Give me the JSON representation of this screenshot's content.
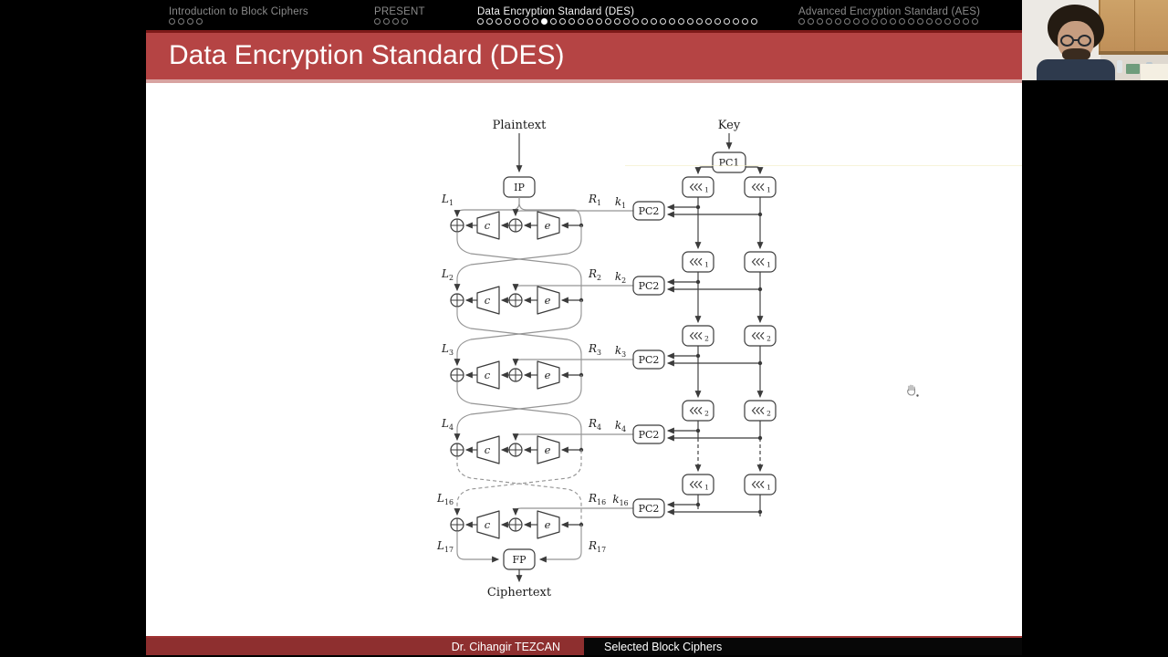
{
  "nav": {
    "sections": [
      {
        "id": "intro",
        "label": "Introduction to Block Ciphers",
        "dot_count": 4,
        "current_dot": 0,
        "active": false
      },
      {
        "id": "present",
        "label": "PRESENT",
        "dot_count": 4,
        "current_dot": 0,
        "active": false
      },
      {
        "id": "des",
        "label": "Data Encryption Standard (DES)",
        "dot_count": 31,
        "current_dot": 8,
        "active": true
      },
      {
        "id": "aes",
        "label": "Advanced Encryption Standard (AES)",
        "dot_count": 20,
        "current_dot": 0,
        "active": false
      }
    ]
  },
  "title_bar": {
    "title": "Data Encryption Standard (DES)"
  },
  "footer": {
    "author": "Dr. Cihangir TEZCAN",
    "course": "Selected Block Ciphers"
  },
  "diagram": {
    "top_labels": {
      "plaintext": "Plaintext",
      "key": "Key"
    },
    "bottom_labels": {
      "ciphertext": "Ciphertext"
    },
    "boxes": {
      "ip": "IP",
      "fp": "FP",
      "pc1": "PC1",
      "pc2": "PC2"
    },
    "trapezoid_labels": {
      "sbox": "c",
      "expansion": "e"
    },
    "shift_symbol": "⋘",
    "rounds": [
      {
        "index": 1,
        "l": {
          "base": "L",
          "sub": "1"
        },
        "r": {
          "base": "R",
          "sub": "1"
        },
        "k": {
          "base": "k",
          "sub": "1"
        },
        "shift_sub": "1",
        "dashed_after": false
      },
      {
        "index": 2,
        "l": {
          "base": "L",
          "sub": "2"
        },
        "r": {
          "base": "R",
          "sub": "2"
        },
        "k": {
          "base": "k",
          "sub": "2"
        },
        "shift_sub": "1",
        "dashed_after": false
      },
      {
        "index": 3,
        "l": {
          "base": "L",
          "sub": "3"
        },
        "r": {
          "base": "R",
          "sub": "3"
        },
        "k": {
          "base": "k",
          "sub": "3"
        },
        "shift_sub": "2",
        "dashed_after": false
      },
      {
        "index": 4,
        "l": {
          "base": "L",
          "sub": "4"
        },
        "r": {
          "base": "R",
          "sub": "4"
        },
        "k": {
          "base": "k",
          "sub": "4"
        },
        "shift_sub": "2",
        "dashed_after": true
      },
      {
        "index": 16,
        "l": {
          "base": "L",
          "sub": "16"
        },
        "r": {
          "base": "R",
          "sub": "16"
        },
        "k": {
          "base": "k",
          "sub": "16"
        },
        "shift_sub": "1",
        "dashed_after": false
      }
    ],
    "output_labels": {
      "l": {
        "base": "L",
        "sub": "17"
      },
      "r": {
        "base": "R",
        "sub": "17"
      }
    }
  },
  "cursor": {
    "type": "open-hand"
  },
  "colors": {
    "title_bar": "#b54444",
    "title_bar_top_edge": "#7e1a19",
    "title_bar_bottom_edge": "#d8a3a1",
    "footer_author_bg": "#8e2f2f",
    "footer_rule": "#9e3232",
    "active_nav_text": "#f5f5f5",
    "inactive_nav_text": "#8a8a8a",
    "diagram_ink": "#3b3b3b",
    "diagram_wire": "#959595"
  }
}
